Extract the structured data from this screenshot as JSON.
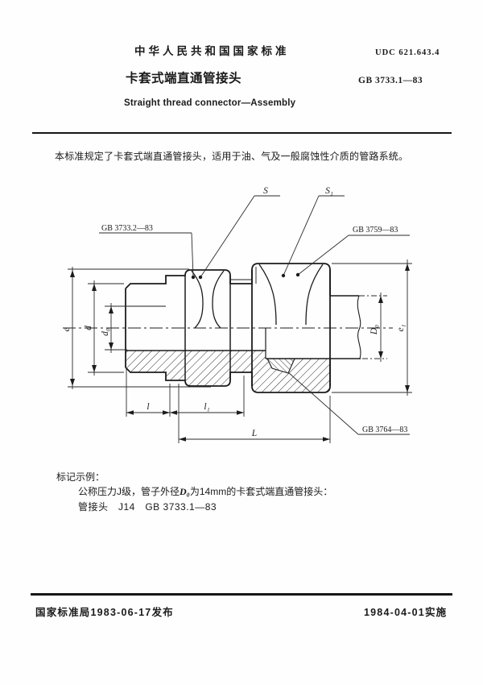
{
  "header": {
    "standard_caption": "中华人民共和国国家标准",
    "udc": "UDC  621.643.4",
    "title_cn": "卡套式端直通管接头",
    "standard_no": "GB 3733.1—83",
    "title_en": "Straight  thread  connector—Assembly"
  },
  "scope": "本标准规定了卡套式端直通管接头，适用于油、气及一般腐蚀性介质的管路系统。",
  "figure": {
    "labels": {
      "s": "S",
      "s1": "S₁",
      "e": "e",
      "d": "d",
      "d0": "d₀",
      "D0": "D₀",
      "e1": "e₁",
      "l": "l",
      "l1": "l₁",
      "L": "L",
      "body_part": "GB 3733.2—83",
      "nut_part": "GB 3759—83",
      "ferrule_part": "GB 3764—83"
    }
  },
  "example": {
    "heading": "标记示例：",
    "line1_pre": "公称压力J级，管子外径",
    "line1_var": "D₀",
    "line1_post": "为14mm的卡套式端直通管接头：",
    "line2": "管接头　J14　GB 3733.1—83"
  },
  "footer": {
    "issued": "国家标准局1983-06-17发布",
    "effective": "1984-04-01实施"
  }
}
